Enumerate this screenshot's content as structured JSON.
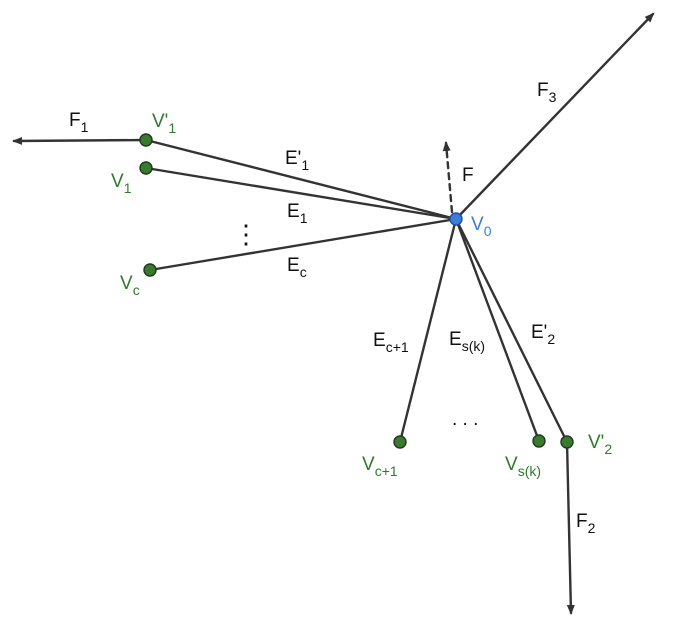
{
  "colors": {
    "line": "#333333",
    "node_green": "#3a7a2e",
    "label_green": "#2f7a2b",
    "node_blue": "#3b7dd8",
    "label_blue": "#3b7dd8"
  },
  "vertices": {
    "v0": {
      "main": "V",
      "sub": "0"
    },
    "v1p": {
      "main": "V'",
      "sub": "1"
    },
    "v1": {
      "main": "V",
      "sub": "1"
    },
    "vc": {
      "main": "V",
      "sub": "c"
    },
    "vc1": {
      "main": "V",
      "sub": "c+1"
    },
    "vsk": {
      "main": "V",
      "sub": "s(k)"
    },
    "v2p": {
      "main": "V'",
      "sub": "2"
    }
  },
  "edges": {
    "e1p": {
      "main": "E'",
      "sub": "1"
    },
    "e1": {
      "main": "E",
      "sub": "1"
    },
    "ec": {
      "main": "E",
      "sub": "c"
    },
    "ec1": {
      "main": "E",
      "sub": "c+1"
    },
    "esk": {
      "main": "E",
      "sub": "s(k)"
    },
    "e2p": {
      "main": "E'",
      "sub": "2"
    }
  },
  "forces": {
    "f": {
      "main": "F",
      "sub": ""
    },
    "f1": {
      "main": "F",
      "sub": "1"
    },
    "f2": {
      "main": "F",
      "sub": "2"
    },
    "f3": {
      "main": "F",
      "sub": "3"
    }
  },
  "ellipses": {
    "vertical": "⋮",
    "horizontal": ". . ."
  }
}
